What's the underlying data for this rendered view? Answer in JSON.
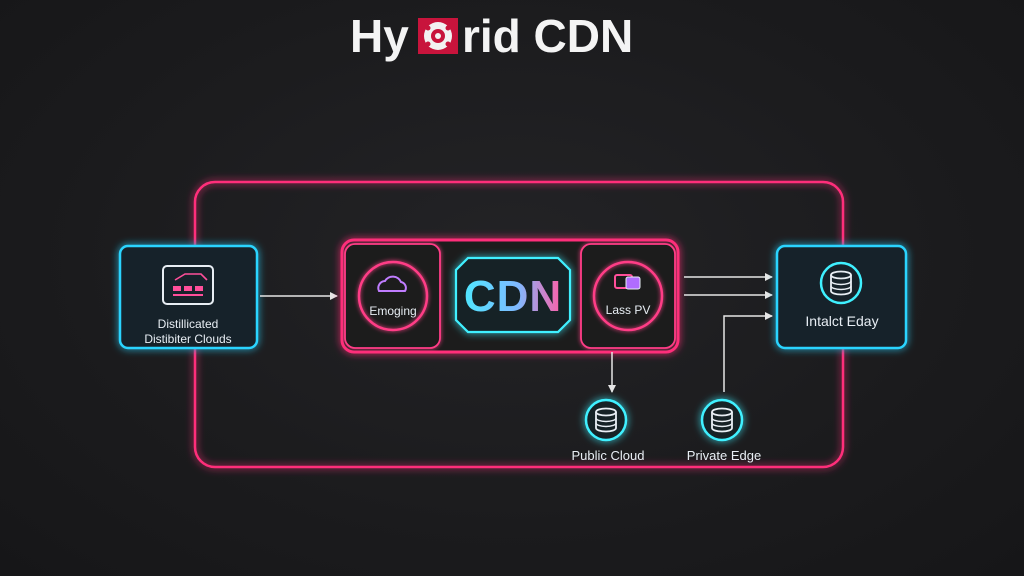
{
  "title": {
    "prefix": "Hy",
    "suffix": "rid CDN"
  },
  "nodes": {
    "source": {
      "label_line1": "Distillicated",
      "label_line2": "Distibiter Clouds"
    },
    "emerging": {
      "label": "Emoging"
    },
    "cdn_core": {
      "label": "CDN"
    },
    "lass": {
      "label": "Lass PV"
    },
    "edge": {
      "label": "Intalct Eday"
    },
    "public_cloud": {
      "label": "Public Cloud"
    },
    "private_edge": {
      "label": "Private Edge"
    }
  },
  "colors": {
    "pink_neon": "#ff2e7a",
    "cyan_neon": "#2ad4ff",
    "teal_neon": "#3ff0ff",
    "text": "#e8eef4",
    "arrow": "#e6e6e6"
  },
  "icons": {
    "source": "server-rack-icon",
    "emerging": "cloud-icon",
    "lass": "devices-icon",
    "edge": "database-icon",
    "public_cloud": "database-icon",
    "private_edge": "database-icon",
    "title_logo": "logo-badge-icon"
  }
}
